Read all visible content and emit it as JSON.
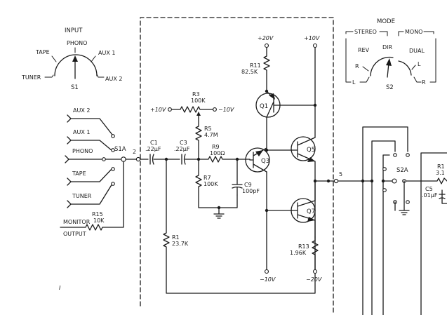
{
  "input_selector": {
    "title": "INPUT",
    "positions": [
      "TUNER",
      "TAPE",
      "PHONO",
      "AUX 1",
      "AUX 2"
    ],
    "switch_label": "S1"
  },
  "mode_selector": {
    "title": "MODE",
    "stereo": "STEREO",
    "mono": "MONO",
    "rev": "REV",
    "dir": "DIR",
    "dual": "DUAL",
    "r_left": "R",
    "l_left": "L",
    "l_right": "L",
    "r_right": "R",
    "switch_label": "S2"
  },
  "inputs": {
    "aux2": "AUX 2",
    "aux1": "AUX 1",
    "phono": "PHONO",
    "tape": "TAPE",
    "tuner": "TUNER",
    "monitor": "MONITOR",
    "output": "OUTPUT",
    "switch_s1a": "S1A"
  },
  "nodes": {
    "n2": "2",
    "n5": "5",
    "page_mark": "I"
  },
  "components": {
    "c1": {
      "ref": "C1",
      "value": ".22µF"
    },
    "c3": {
      "ref": "C3",
      "value": ".22µF"
    },
    "c9": {
      "ref": "C9",
      "value": "100pF"
    },
    "c5": {
      "ref": "C5",
      "value": ".01µF"
    },
    "r3": {
      "ref": "R3",
      "value": "100K"
    },
    "r5": {
      "ref": "R5",
      "value": "4.7M"
    },
    "r7": {
      "ref": "R7",
      "value": "100K"
    },
    "r9": {
      "ref": "R9",
      "value": "100Ω"
    },
    "r1": {
      "ref": "R1",
      "value": "23.7K"
    },
    "r11": {
      "ref": "R11",
      "value": "82.5K"
    },
    "r13": {
      "ref": "R13",
      "value": "1.96K"
    },
    "r15": {
      "ref": "R15",
      "value": "10K"
    },
    "r_cut": {
      "ref": "R1",
      "value": "3.1"
    },
    "q1": "Q1",
    "q3": "Q3",
    "q5": "Q5",
    "q7": "Q7",
    "s2a": "S2A"
  },
  "rails": {
    "r3_left": "+10V",
    "r3_right": "−10V",
    "q1_top": "+20V",
    "q5_top": "+10V",
    "q3_bottom": "−10V",
    "q7_bottom": "−20V"
  }
}
